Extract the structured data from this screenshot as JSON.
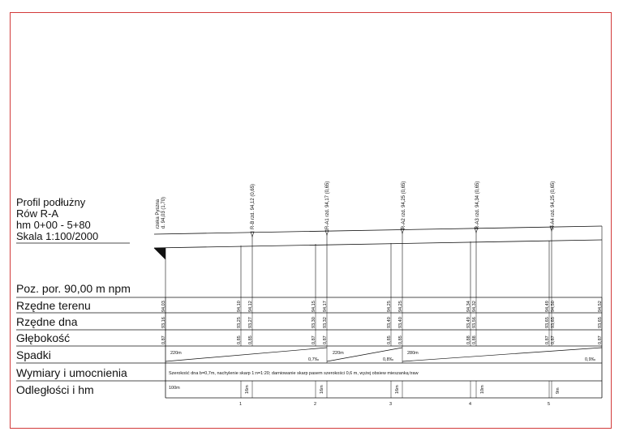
{
  "title": {
    "line1": "Profil podłużny",
    "line2": "Rów R-A",
    "line3": "hm 0+00 - 5+80",
    "line4": "Skala 1:100/2000"
  },
  "datum": "Poz. por. 90,00 m npm",
  "rows": {
    "terrain": "Rzędne terenu",
    "bottom": "Rzędne dna",
    "depth": "Głębokość",
    "slopes": "Spadki",
    "dims": "Wymiary i umocnienia",
    "dist": "Odległości i hm"
  },
  "top_labels": {
    "river": "rzeka Pyszna",
    "river_sub": "d. 94,03 (1,70)",
    "rb": "R-B rzd. 94,12 (0,65)",
    "ra1": "R-A1 rzd. 94,17 (0,65)",
    "ra2": "R-A2 rzd. 94,25 (0,65)",
    "ra3": "R-A3 rzd. 94,34 (0,65)",
    "ra4": "R-A4 rzd. 94,25 (0,65)"
  },
  "terrain_values": {
    "v0": "94,03",
    "v1": "94,10",
    "v2": "94,12",
    "v3": "94,15",
    "v4": "94,17",
    "v5": "94,25",
    "v6": "94,25",
    "v7": "94,34",
    "v8": "94,32",
    "v9": "94,49",
    "v10": "94,50",
    "v11": "94,52"
  },
  "bottom_values": {
    "v0": "93,16",
    "v1": "93,25",
    "v2": "93,27",
    "v3": "93,30",
    "v4": "93,32",
    "v5": "93,40",
    "v6": "93,40",
    "v7": "93,49",
    "v8": "93,56",
    "v9": "93,65",
    "v10": "93,65",
    "v11": "93,65"
  },
  "depth_values": {
    "v0": "0,87",
    "v1": "0,85",
    "v2": "0,85",
    "v3": "0,87",
    "v4": "0,87",
    "v5": "0,85",
    "v6": "0,85",
    "v7": "0,88",
    "v8": "0,88",
    "v9": "0,87",
    "v10": "0,87",
    "v11": "0,87"
  },
  "slopes": {
    "s1_len": "220m",
    "s1_val": "0,7‰",
    "s2_len": "220m",
    "s2_val": "0,8‰",
    "s3_len": "280m",
    "s3_val": "0,9‰"
  },
  "dims_text": "Szerokość dna b=0,7m, nachylenie skarp 1:n=1:20; darniowanie skarp pasem szerokości 0,6 m, wyżej obsiew mieszanką traw",
  "distances": {
    "first": "100m",
    "d1": "16m",
    "d2": "16m",
    "d3": "16m",
    "d4": "10m",
    "d5": "9m"
  },
  "hm": {
    "h1": "1",
    "h2": "2",
    "h3": "3",
    "h4": "4",
    "h5": "5"
  },
  "colors": {
    "frame": "#d23a3a",
    "ink": "#111111"
  }
}
